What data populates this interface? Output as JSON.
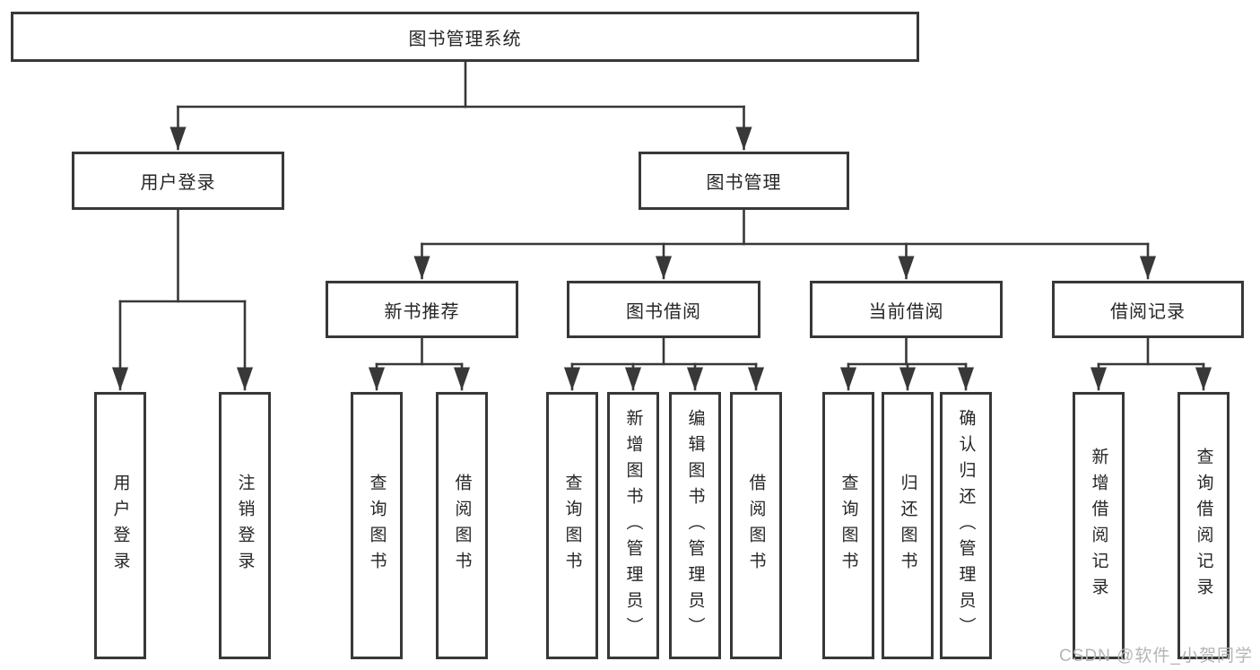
{
  "diagram": {
    "root": "图书管理系统",
    "branches": {
      "user_login": {
        "label": "用户登录",
        "children": [
          "用户登录",
          "注销登录"
        ]
      },
      "book_management": {
        "label": "图书管理"
      },
      "new_books": {
        "label": "新书推荐",
        "children": [
          "查询图书",
          "借阅图书"
        ]
      },
      "book_borrowing": {
        "label": "图书借阅",
        "children": [
          "查询图书",
          "新增图书（管理员）",
          "编辑图书（管理员）",
          "借阅图书"
        ]
      },
      "current_borrowing": {
        "label": "当前借阅",
        "children": [
          "查询图书",
          "归还图书",
          "确认归还（管理员）"
        ]
      },
      "borrowing_records": {
        "label": "借阅记录",
        "children": [
          "新增借阅记录",
          "查询借阅记录"
        ]
      }
    },
    "watermark": "CSDN @软件_小贺同学",
    "colors": {
      "line": "#383838",
      "text": "#262626",
      "watermark": "#b5b5b5",
      "background": "#ffffff"
    }
  }
}
